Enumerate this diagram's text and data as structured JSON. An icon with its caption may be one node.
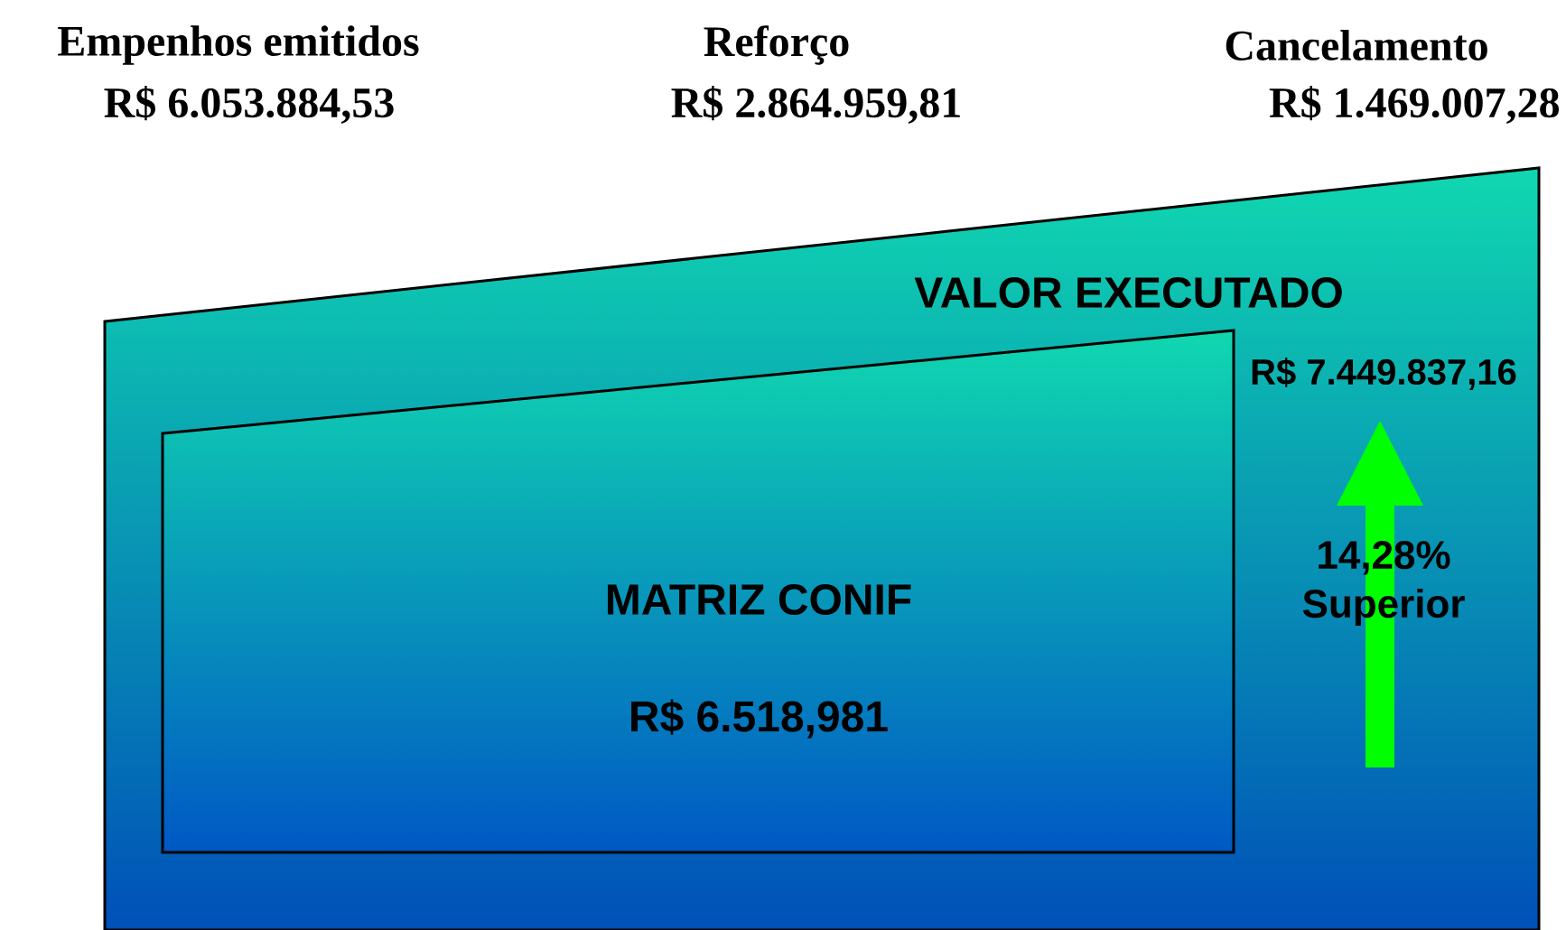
{
  "diagram": {
    "nodes": [
      {
        "text": [
          "VALOR EXECUTADO",
          "R$ 7.449.837,16"
        ]
      },
      {
        "text": [
          "MATRIZ CONIF",
          "R$ 6.518,981"
        ],
        "in": 0
      }
    ],
    "labels": [
      "Empenhos emitidos",
      "R$ 6.053.884,53",
      "Reforço",
      "R$ 2.864.959,81",
      "Cancelamento",
      "R$ 1.469.007,28",
      "14,28% Superior"
    ]
  }
}
